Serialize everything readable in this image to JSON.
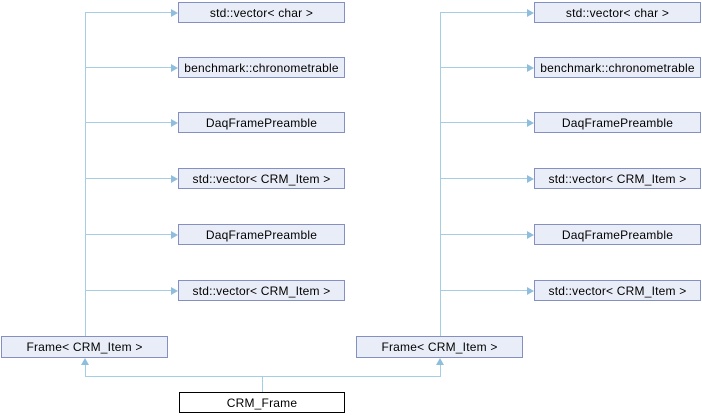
{
  "diagram_type": "class-collaboration-graph",
  "colors": {
    "node_fill": "#E9EDF7",
    "node_border": "#8590C2",
    "edge_line": "#A5CDE4",
    "arrowhead": "#8FBEDD",
    "main_node_fill": "#FFFFFF",
    "main_node_border": "#000000",
    "text": "#000000",
    "background": "#FFFFFF"
  },
  "nodes": {
    "main": "CRM_Frame",
    "left_parent": "Frame< CRM_Item >",
    "right_parent": "Frame< CRM_Item >",
    "left_column": [
      "std::vector< char >",
      "benchmark::chronometrable",
      "DaqFramePreamble",
      "std::vector< CRM_Item >",
      "DaqFramePreamble",
      "std::vector< CRM_Item >"
    ],
    "right_column": [
      "std::vector< char >",
      "benchmark::chronometrable",
      "DaqFramePreamble",
      "std::vector< CRM_Item >",
      "DaqFramePreamble",
      "std::vector< CRM_Item >"
    ]
  }
}
